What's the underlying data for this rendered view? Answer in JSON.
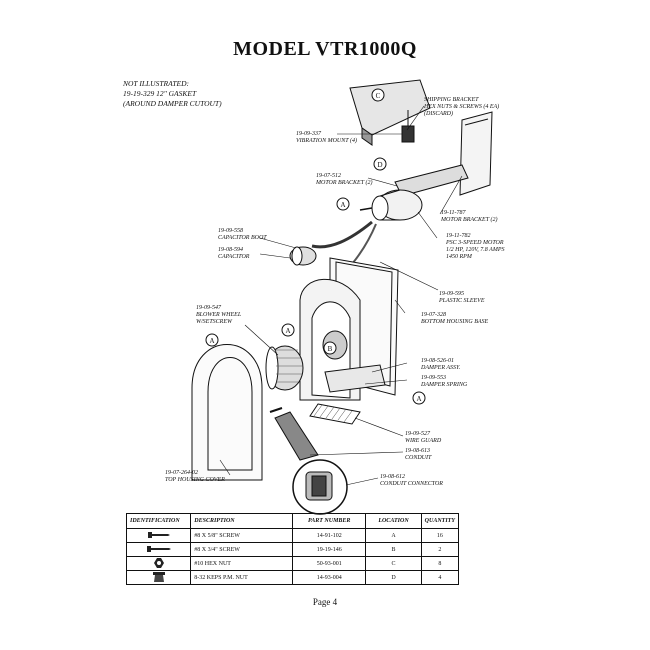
{
  "title": "MODEL VTR1000Q",
  "note": [
    "NOT ILLUSTRATED:",
    "19-19-329 12\" GASKET",
    "(AROUND DAMPER CUTOUT)"
  ],
  "labels": {
    "shipping": {
      "pn": "SHIPPING BRACKET",
      "name": "HEX NUTS & SCREWS (4 EA)",
      "extra": "(DISCARD)"
    },
    "vibration": {
      "pn": "19-09-337",
      "name": "VIBRATION MOUNT (4)"
    },
    "motor_bracket_1": {
      "pn": "19-07-512",
      "name": "MOTOR BRACKET (2)"
    },
    "motor_bracket_2": {
      "pn": "19-11-787",
      "name": "MOTOR BRACKET (2)"
    },
    "cap_boot": {
      "pn": "19-09-558",
      "name": "CAPACITOR BOOT"
    },
    "capacitor": {
      "pn": "19-08-594",
      "name": "CAPACITOR"
    },
    "motor": {
      "pn": "19-11-782",
      "name": "PSC 3-SPEED MOTOR",
      "spec1": "1/2 HP, 120V, 7.8 AMPS",
      "spec2": "1450 RPM"
    },
    "sleeve": {
      "pn": "19-09-595",
      "name": "PLASTIC SLEEVE"
    },
    "blower": {
      "pn": "19-09-547",
      "name": "BLOWER WHEEL",
      "extra": "W/SETSCREW"
    },
    "base": {
      "pn": "19-07-328",
      "name": "BOTTOM HOUSING BASE"
    },
    "damper": {
      "pn": "19-08-526-01",
      "name": "DAMPER ASSY."
    },
    "spring": {
      "pn": "19-09-553",
      "name": "DAMPER SPRING"
    },
    "guard": {
      "pn": "19-09-527",
      "name": "WIRE GUARD"
    },
    "conduit": {
      "pn": "19-08-613",
      "name": "CONDUIT"
    },
    "cover": {
      "pn": "19-07-264-02",
      "name": "TOP HOUSING COVER"
    },
    "connector": {
      "pn": "19-08-612",
      "name": "CONDUIT CONNECTOR"
    }
  },
  "callouts": {
    "a": "A",
    "b": "B",
    "c": "C",
    "d": "D"
  },
  "table": {
    "headers": [
      "IDENTIFICATION",
      "DESCRIPTION",
      "PART NUMBER",
      "LOCATION",
      "QUANTITY"
    ],
    "rows": [
      {
        "desc": "#8 x 5/8\" SCREW",
        "part": "14-91-102",
        "loc": "A",
        "qty": "16"
      },
      {
        "desc": "#8 x 3/4\" SCREW",
        "part": "19-19-146",
        "loc": "B",
        "qty": "2"
      },
      {
        "desc": "#10 HEX NUT",
        "part": "50-93-001",
        "loc": "C",
        "qty": "8"
      },
      {
        "desc": "8-32 KEPS P.M. NUT",
        "part": "14-93-004",
        "loc": "D",
        "qty": "4"
      }
    ]
  },
  "page": "Page 4"
}
